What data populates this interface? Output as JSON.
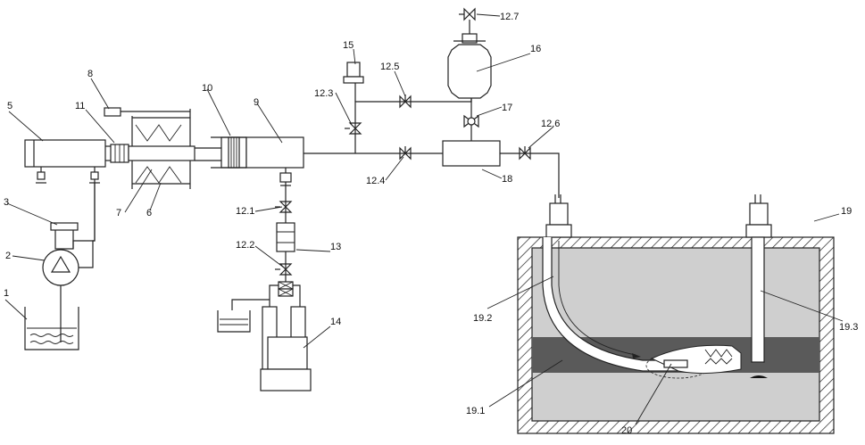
{
  "labels": {
    "l1": "1",
    "l2": "2",
    "l3": "3",
    "l5": "5",
    "l6": "6",
    "l7": "7",
    "l8": "8",
    "l9": "9",
    "l10": "10",
    "l11": "11",
    "l12_1": "12.1",
    "l12_2": "12.2",
    "l12_3": "12.3",
    "l12_4": "12.4",
    "l12_5": "12.5",
    "l12_6": "12.6",
    "l12_7": "12.7",
    "l13": "13",
    "l14": "14",
    "l15": "15",
    "l16": "16",
    "l17": "17",
    "l18": "18",
    "l19": "19",
    "l19_1": "19.1",
    "l19_2": "19.2",
    "l19_3": "19.3",
    "l20": "20"
  },
  "colors": {
    "line": "#222222",
    "rock_light": "#cfcfcf",
    "rock_dark": "#5a5a5a",
    "water": "#222222"
  }
}
